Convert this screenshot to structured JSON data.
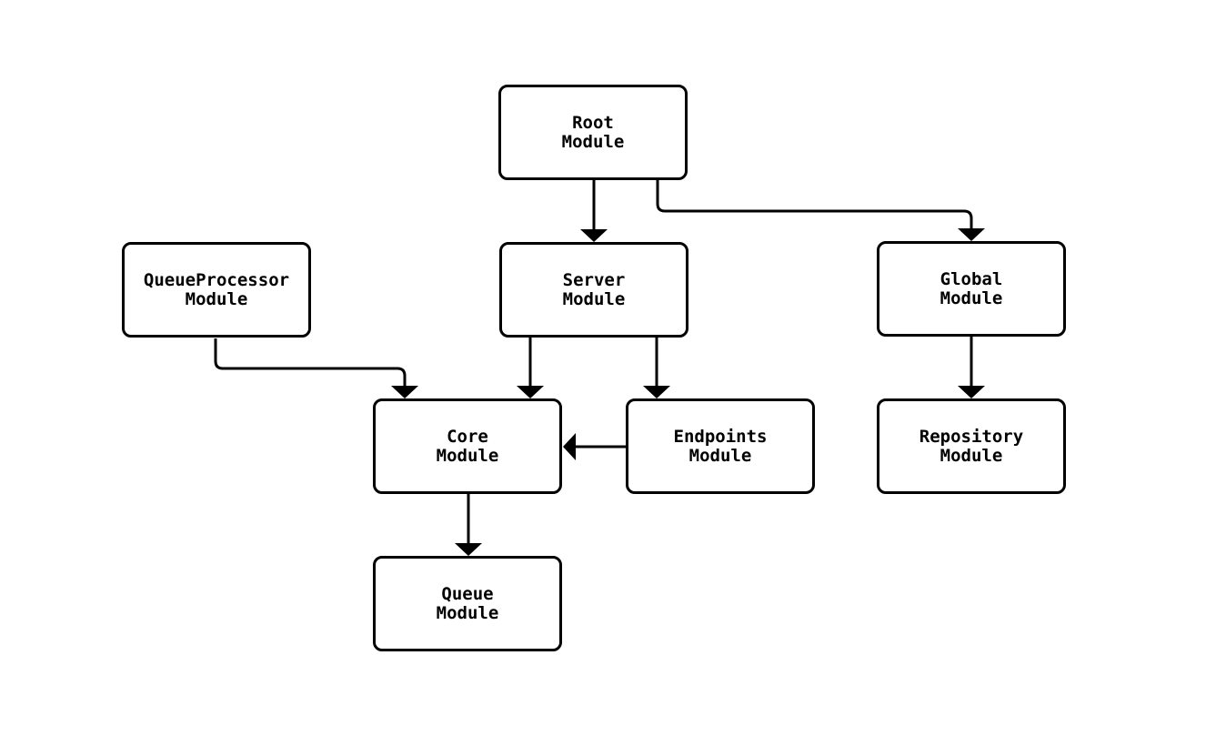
{
  "diagram": {
    "kind": "module-dependency-graph",
    "background_color": "#ffffff",
    "stroke_color": "#000000",
    "text_color": "#000000",
    "nodes": [
      {
        "id": "root",
        "label": "Root\nModule"
      },
      {
        "id": "queueprocessor",
        "label": "QueueProcessor\nModule"
      },
      {
        "id": "server",
        "label": "Server\nModule"
      },
      {
        "id": "global",
        "label": "Global\nModule"
      },
      {
        "id": "core",
        "label": "Core\nModule"
      },
      {
        "id": "endpoints",
        "label": "Endpoints\nModule"
      },
      {
        "id": "repository",
        "label": "Repository\nModule"
      },
      {
        "id": "queue",
        "label": "Queue\nModule"
      }
    ],
    "edges": [
      {
        "from": "root",
        "to": "server"
      },
      {
        "from": "root",
        "to": "global"
      },
      {
        "from": "queueprocessor",
        "to": "core"
      },
      {
        "from": "server",
        "to": "core"
      },
      {
        "from": "server",
        "to": "endpoints"
      },
      {
        "from": "endpoints",
        "to": "core"
      },
      {
        "from": "global",
        "to": "repository"
      },
      {
        "from": "core",
        "to": "queue"
      }
    ]
  }
}
